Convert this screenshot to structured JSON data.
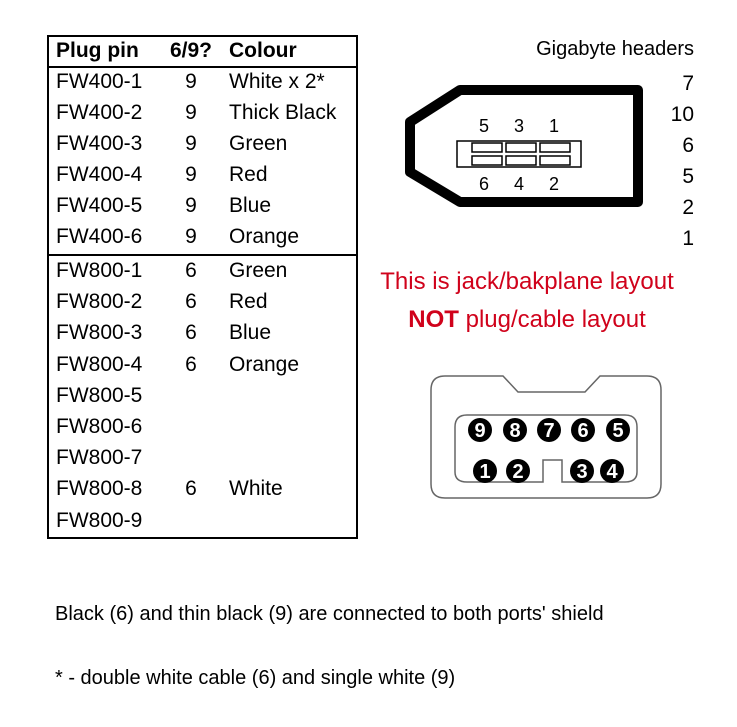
{
  "table": {
    "headers": [
      "Plug pin",
      "6/9?",
      "Colour"
    ],
    "fw400": [
      {
        "pin": "FW400-1",
        "type": "9",
        "colour": "White x 2*"
      },
      {
        "pin": "FW400-2",
        "type": "9",
        "colour": "Thick Black"
      },
      {
        "pin": "FW400-3",
        "type": "9",
        "colour": "Green"
      },
      {
        "pin": "FW400-4",
        "type": "9",
        "colour": "Red"
      },
      {
        "pin": "FW400-5",
        "type": "9",
        "colour": "Blue"
      },
      {
        "pin": "FW400-6",
        "type": "9",
        "colour": "Orange"
      }
    ],
    "fw800": [
      {
        "pin": "FW800-1",
        "type": "6",
        "colour": "Green"
      },
      {
        "pin": "FW800-2",
        "type": "6",
        "colour": "Red"
      },
      {
        "pin": "FW800-3",
        "type": "6",
        "colour": "Blue"
      },
      {
        "pin": "FW800-4",
        "type": "6",
        "colour": "Orange"
      },
      {
        "pin": "FW800-5",
        "type": "",
        "colour": ""
      },
      {
        "pin": "FW800-6",
        "type": "",
        "colour": ""
      },
      {
        "pin": "FW800-7",
        "type": "",
        "colour": ""
      },
      {
        "pin": "FW800-8",
        "type": "6",
        "colour": "White"
      },
      {
        "pin": "FW800-9",
        "type": "",
        "colour": ""
      }
    ]
  },
  "gigabyte": {
    "title": "Gigabyte headers",
    "numbers": [
      "7",
      "10",
      "6",
      "5",
      "2",
      "1"
    ]
  },
  "fw400_connector": {
    "top_pins": [
      "5",
      "3",
      "1"
    ],
    "bottom_pins": [
      "6",
      "4",
      "2"
    ]
  },
  "fw800_connector": {
    "top_pins": [
      "9",
      "8",
      "7",
      "6",
      "5"
    ],
    "bottom_pins": [
      "1",
      "2",
      "3",
      "4"
    ]
  },
  "warning": {
    "line1": "This is jack/bakplane  layout",
    "bold": "NOT",
    "line2_rest": " plug/cable layout",
    "color": "#d0021b"
  },
  "notes": [
    "Black (6) and thin black (9) are connected to both ports' shield",
    "* - double white cable (6) and single white (9)"
  ]
}
